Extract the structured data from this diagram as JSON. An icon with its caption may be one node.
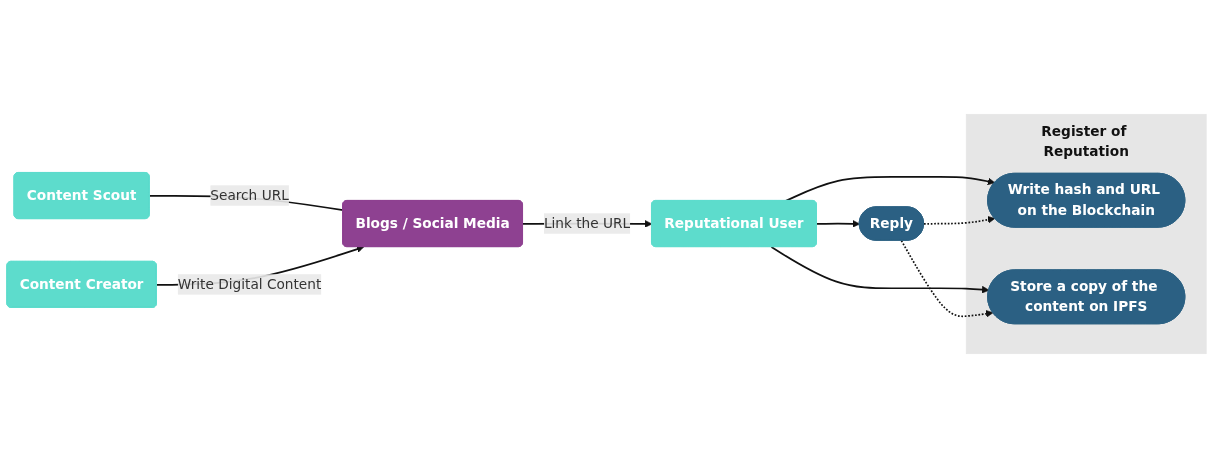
{
  "diagram": {
    "nodes": [
      {
        "text": [
          "Content Scout"
        ]
      },
      {
        "text": [
          "Content Creator"
        ]
      },
      {
        "text": [
          "Blogs / Social Media"
        ]
      },
      {
        "text": [
          "Reputational User"
        ]
      },
      {
        "text": [
          "Reply"
        ]
      },
      {
        "text": [
          "Register of Reputation"
        ]
      },
      {
        "text": [
          "Write hash and URL on the Blockchain"
        ],
        "in": 5
      },
      {
        "text": [
          "Store a copy of the content on IPFS"
        ],
        "in": 5
      }
    ],
    "edges": [
      {
        "from": 0,
        "to": 2,
        "arrow": "none",
        "label": "Search URL"
      },
      {
        "from": 1,
        "to": 2,
        "arrow": "to",
        "label": "Write Digital Content"
      },
      {
        "from": 2,
        "to": 3,
        "arrow": "to",
        "label": "Link the URL"
      },
      {
        "from": 3,
        "to": 4,
        "arrow": "to"
      },
      {
        "from": 3,
        "to": 6,
        "arrow": "to"
      },
      {
        "from": 3,
        "to": 7,
        "arrow": "to"
      },
      {
        "from": 4,
        "to": 6,
        "arrow": "to",
        "style": "dashed"
      },
      {
        "from": 4,
        "to": 7,
        "arrow": "to",
        "style": "dashed"
      }
    ]
  }
}
